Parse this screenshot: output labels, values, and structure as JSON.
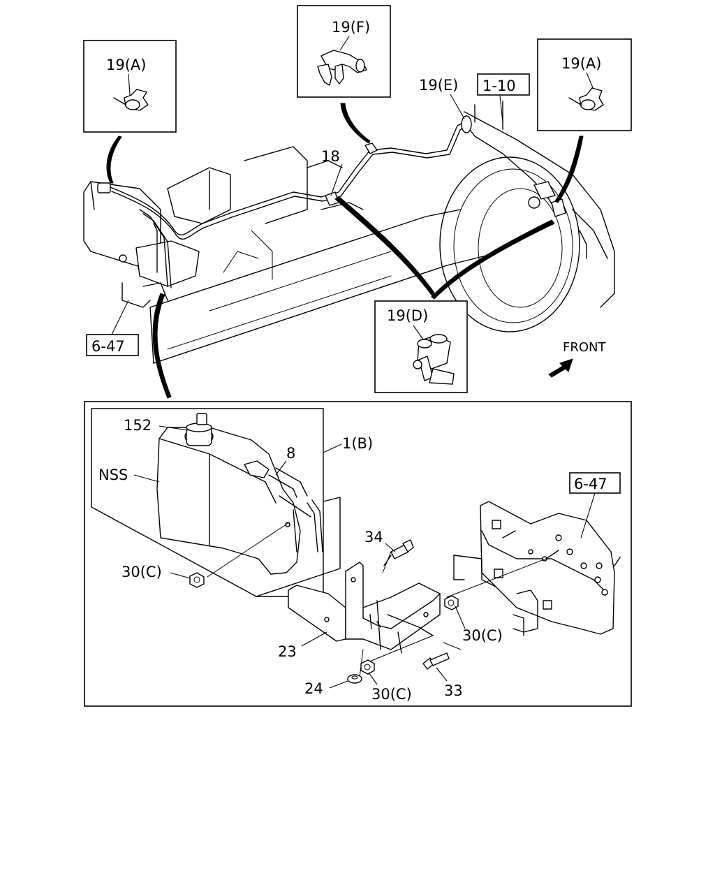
{
  "callouts": {
    "clamp_a_left": "19(A)",
    "clamp_f": "19(F)",
    "clamp_a_right": "19(A)",
    "clamp_e": "19(E)",
    "ref_1_10": "1-10",
    "hose_18": "18",
    "clamp_d": "19(D)",
    "ref_6_47_top": "6-47",
    "front": "FRONT",
    "cap_152": "152",
    "hose_8": "8",
    "tank_assy_1b": "1(B)",
    "nss": "NSS",
    "ref_6_47_detail": "6-47",
    "bolt_34": "34",
    "nut_30c_left": "30(C)",
    "nut_30c_right": "30(C)",
    "bracket_23": "23",
    "bolt_33": "33",
    "nut_24": "24",
    "nut_30c_bottom": "30(C)"
  },
  "icons": [
    "clamp-icon",
    "hose-clip-icon",
    "front-arrow-icon",
    "reserve-tank-icon",
    "bolt-icon",
    "nut-icon",
    "bracket-icon"
  ]
}
